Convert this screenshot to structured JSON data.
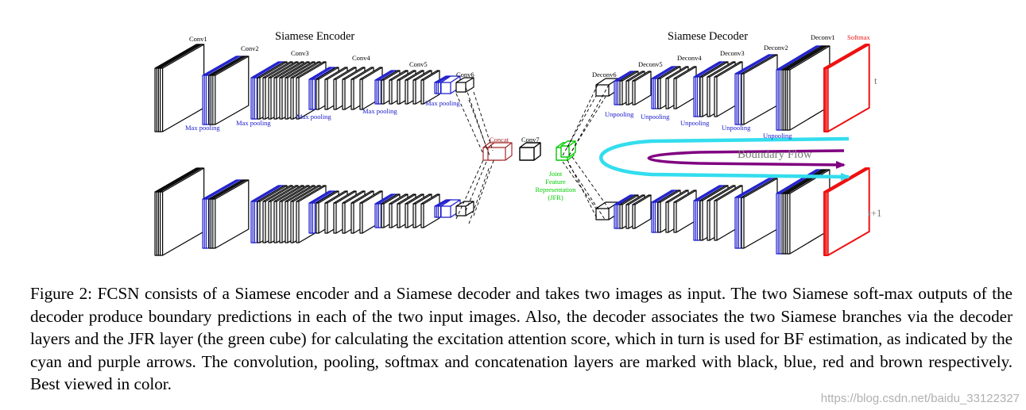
{
  "colors": {
    "conv": "#000000",
    "pool": "#1a1acc",
    "softmax": "#ee1111",
    "concat": "#a52a2a",
    "jfr": "#00cc00",
    "cyan_arrow": "#33ddee",
    "purple_arrow": "#800080",
    "boundary_text": "#777777"
  },
  "encoder": {
    "title": "Siamese Encoder",
    "layers": [
      "Conv1",
      "Conv2",
      "Conv3",
      "Conv4",
      "Conv5",
      "Conv6"
    ],
    "pool_label": "Max pooling"
  },
  "decoder": {
    "title": "Siamese Decoder",
    "layers": [
      "Deconv6",
      "Deconv5",
      "Deconv4",
      "Deconv3",
      "Deconv2",
      "Deconv1"
    ],
    "unpool_label": "Unpooling",
    "softmax_label": "Softmax"
  },
  "middle": {
    "concat_label": "Concat",
    "conv7_label": "Conv7",
    "jfr_lines": [
      "Joint",
      "Feature",
      "Representation",
      "(JFR)"
    ]
  },
  "boundary_flow_label": "Boundary Flow",
  "time_labels": {
    "t": "t",
    "t1": "t+1"
  },
  "caption": "Figure 2: FCSN consists of a Siamese encoder and a Siamese decoder and takes two images as input. The two Siamese soft-max outputs of the decoder produce boundary predictions in each of the two input images. Also, the decoder associates the two Siamese branches via the decoder layers and the JFR layer (the green cube) for calculating the excitation attention score, which in turn is used for BF estimation, as indicated by the cyan and purple arrows. The convolution, pooling, softmax and concatenation layers are marked with black, blue, red and brown respectively. Best viewed in color.",
  "watermark": "https://blog.csdn.net/baidu_33122327"
}
